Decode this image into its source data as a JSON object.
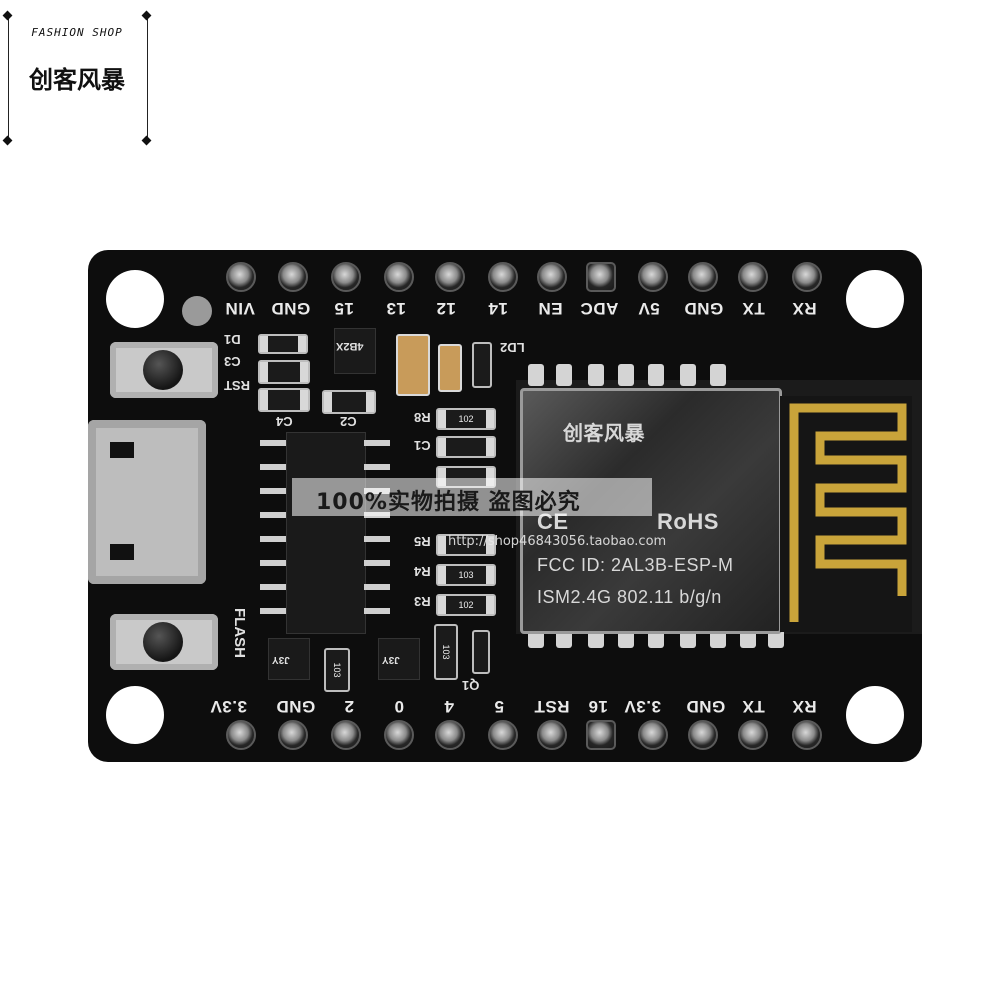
{
  "stamp": {
    "line1": "FASHION SHOP",
    "line2": "创客风暴"
  },
  "top_header": [
    "VIN",
    "GND",
    "15",
    "13",
    "12",
    "14",
    "EN",
    "ADC",
    "5V",
    "GND",
    "TX",
    "RX"
  ],
  "bottom_header": [
    "3.3V",
    "GND",
    "2",
    "0",
    "4",
    "5",
    "RST",
    "16",
    "3.3V",
    "GND",
    "TX",
    "RX"
  ],
  "silkscreen": {
    "d1": "D1",
    "c3": "C3",
    "rst": "RST",
    "c4": "C4",
    "c2": "C2",
    "r8": "R8",
    "c1": "C1",
    "r5": "R5",
    "r4": "R4",
    "r3": "R3",
    "ld2": "LD2",
    "flash": "FLASH",
    "q1": "Q1",
    "r102a": "102",
    "r103a": "103",
    "r102b": "102",
    "r103b": "103",
    "r103c": "103",
    "ic_mark": "4B2X",
    "q_mark": "J3Y"
  },
  "esp_module": {
    "brand": "创客风暴",
    "fcc": "FCC ID: 2AL3B-ESP-M",
    "ism": "ISM2.4G  802.11 b/g/n",
    "ce": "CE",
    "rohs": "RoHS"
  },
  "watermark": {
    "text": "100%实物拍摄  盗图必究",
    "url": "http://shop46843056.taobao.com"
  },
  "colors": {
    "board": "#0d0d0d",
    "gold": "#c9a43a",
    "silk": "#e6e6e6",
    "background": "#ffffff"
  }
}
